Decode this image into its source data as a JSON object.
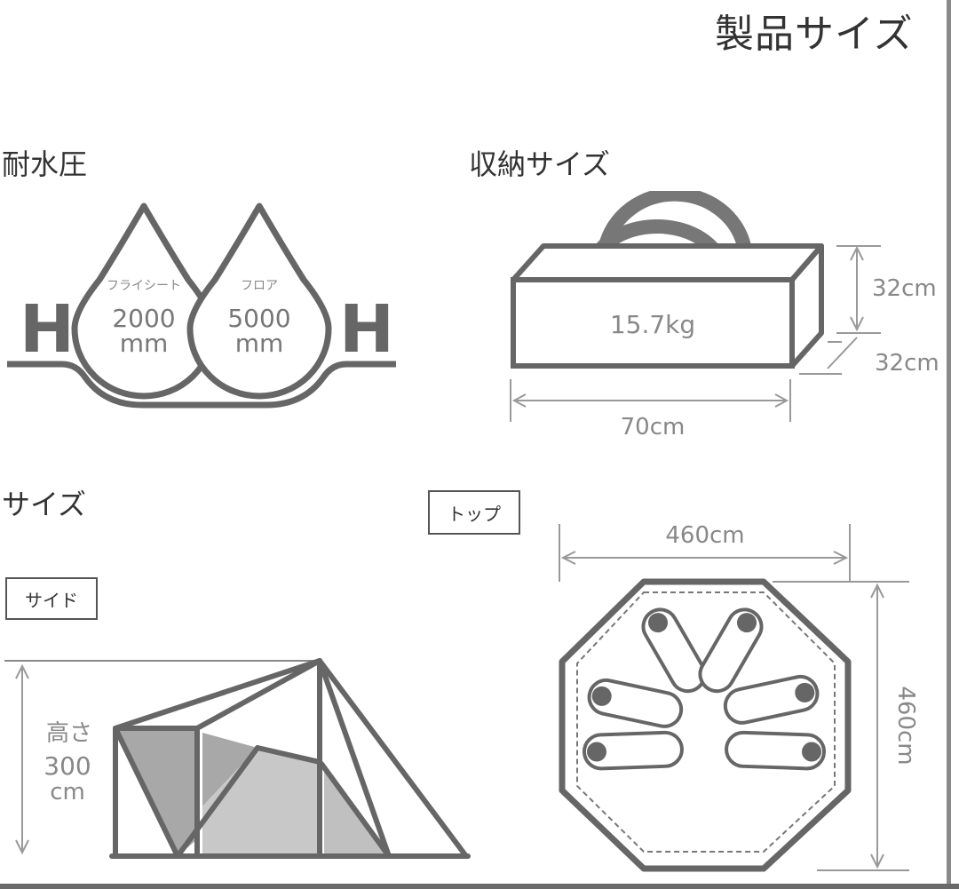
{
  "title": "製品サイズ",
  "water": {
    "heading": "耐水圧",
    "letter": "H",
    "drop1": {
      "label": "フライシート",
      "value": "2000",
      "unit": "mm"
    },
    "drop2": {
      "label": "フロア",
      "value": "5000",
      "unit": "mm"
    }
  },
  "storage": {
    "heading": "収納サイズ",
    "weight": "15.7kg",
    "height": "32cm",
    "depth": "32cm",
    "width": "70cm"
  },
  "size": {
    "heading": "サイズ",
    "side_tag": "サイド",
    "top_tag": "トップ",
    "height_label": "高さ",
    "height_value": "300",
    "height_unit": "cm",
    "top_width": "460cm",
    "top_depth": "460cm"
  },
  "colors": {
    "line": "#666666",
    "dim": "#9a9a9a",
    "fill_dark": "#a8a8a8",
    "fill_light": "#c9c9c9"
  }
}
